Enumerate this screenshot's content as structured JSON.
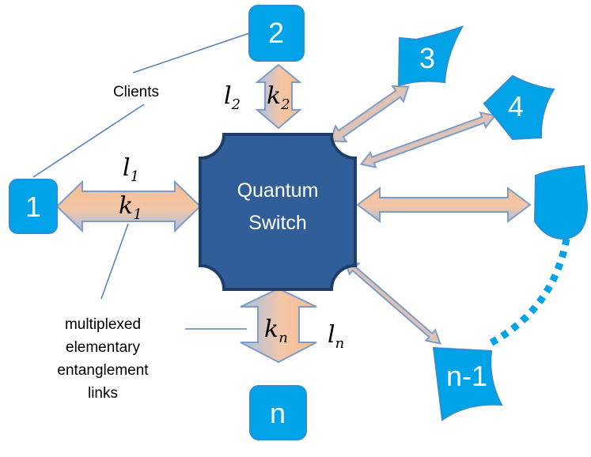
{
  "clients": {
    "c1": "1",
    "c2": "2",
    "c3": "3",
    "c4": "4",
    "c5": "",
    "cn1": "n-1",
    "cn": "n"
  },
  "switch": {
    "line1": "Quantum",
    "line2": "Switch"
  },
  "labels": {
    "clients": "Clients",
    "multiplexed": [
      "multiplexed",
      "elementary",
      "entanglement",
      "links"
    ]
  },
  "math": {
    "l1": {
      "base": "l",
      "sub": "1"
    },
    "k1": {
      "base": "k",
      "sub": "1"
    },
    "l2": {
      "base": "l",
      "sub": "2"
    },
    "k2": {
      "base": "k",
      "sub": "2"
    },
    "kn": {
      "base": "k",
      "sub": "n"
    },
    "ln": {
      "base": "l",
      "sub": "n"
    }
  },
  "colors": {
    "client_fill": "#00a3e8",
    "client_stroke": "#2a8fd6",
    "switch_fill": "#305e98",
    "switch_stroke": "#1f3f6b",
    "arrow_fill_from": "#a9c1e2",
    "arrow_fill_to": "#f6bd93",
    "leader_line": "#5b83b8",
    "dots": "#00a3e8"
  }
}
